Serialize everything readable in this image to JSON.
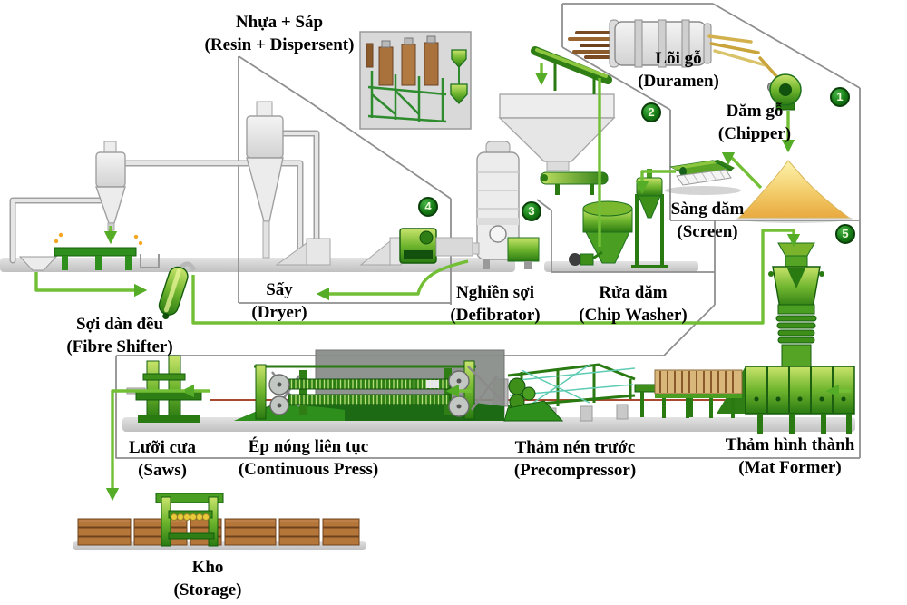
{
  "diagram": {
    "stations": [
      {
        "id": "resin",
        "vi": "Nhựa + Sáp",
        "en": "(Resin + Dispersent)"
      },
      {
        "id": "duramen",
        "vi": "Lõi gỗ",
        "en": "(Duramen)"
      },
      {
        "id": "chipper",
        "vi": "Dăm gỗ",
        "en": "(Chipper)"
      },
      {
        "id": "screen",
        "vi": "Sàng dăm",
        "en": "(Screen)"
      },
      {
        "id": "dryer",
        "vi": "Sấy",
        "en": "(Dryer)"
      },
      {
        "id": "defibrator",
        "vi": "Nghiền sợi",
        "en": "(Defibrator)"
      },
      {
        "id": "chip-washer",
        "vi": "Rửa dăm",
        "en": "(Chip Washer)"
      },
      {
        "id": "fibre-shifter",
        "vi": "Sợi dàn đều",
        "en": "(Fibre Shifter)"
      },
      {
        "id": "saws",
        "vi": "Lưỡi cưa",
        "en": "(Saws)"
      },
      {
        "id": "continuous-press",
        "vi": "Ép nóng liên tục",
        "en": "(Continuous Press)"
      },
      {
        "id": "precompressor",
        "vi": "Thảm nén trước",
        "en": "(Precompressor)"
      },
      {
        "id": "mat-former",
        "vi": "Thảm hình thành",
        "en": "(Mat Former)"
      },
      {
        "id": "storage",
        "vi": "Kho",
        "en": "(Storage)"
      }
    ],
    "steps": [
      "1",
      "2",
      "3",
      "4",
      "5"
    ],
    "colors": {
      "flow_green": "#72bf35",
      "machine_green_dark": "#1d6f1d",
      "machine_green_light": "#8cc63f",
      "chip_pile_orange": "#e9a93f",
      "wood_brown": "#a9713c",
      "outline_gray": "#8f8f8f"
    }
  }
}
